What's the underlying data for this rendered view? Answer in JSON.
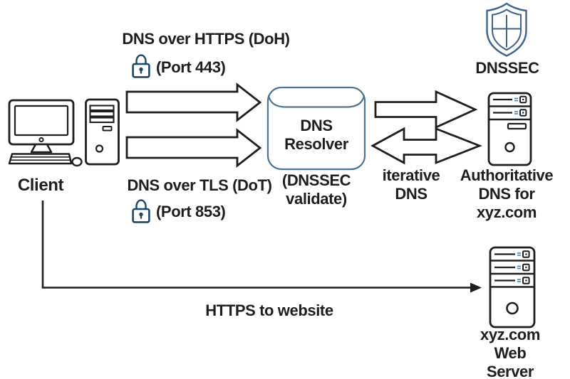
{
  "labels": {
    "client": "Client",
    "doh": "DNS over HTTPS (DoH)",
    "doh_port": "(Port 443)",
    "dot": "DNS over TLS (DoT)",
    "dot_port": "(Port 853)",
    "resolver": "DNS\nResolver",
    "resolver_note": "(DNSSEC\nvalidate)",
    "iterative": "iterative\nDNS",
    "dnssec": "DNSSEC",
    "authoritative": "Authoritative\nDNS for xyz.com",
    "https": "HTTPS to website",
    "web_server": "xyz.com\nWeb Server"
  },
  "icons": {
    "client": "desktop-computer-icon",
    "lock": "padlock-icon",
    "resolver": "database-cylinder-shape",
    "dnssec": "shield-cross-icon",
    "authoritative": "server-tower-icon",
    "web_server": "server-tower-icon"
  },
  "colors": {
    "background": "#ffffff",
    "outline": "#1e1e1e",
    "accent_slate_blue": "#3f638a",
    "resolver_border": "#4d7392",
    "lock_navy": "#1d4767",
    "server_dash_blue": "#4176a0"
  }
}
